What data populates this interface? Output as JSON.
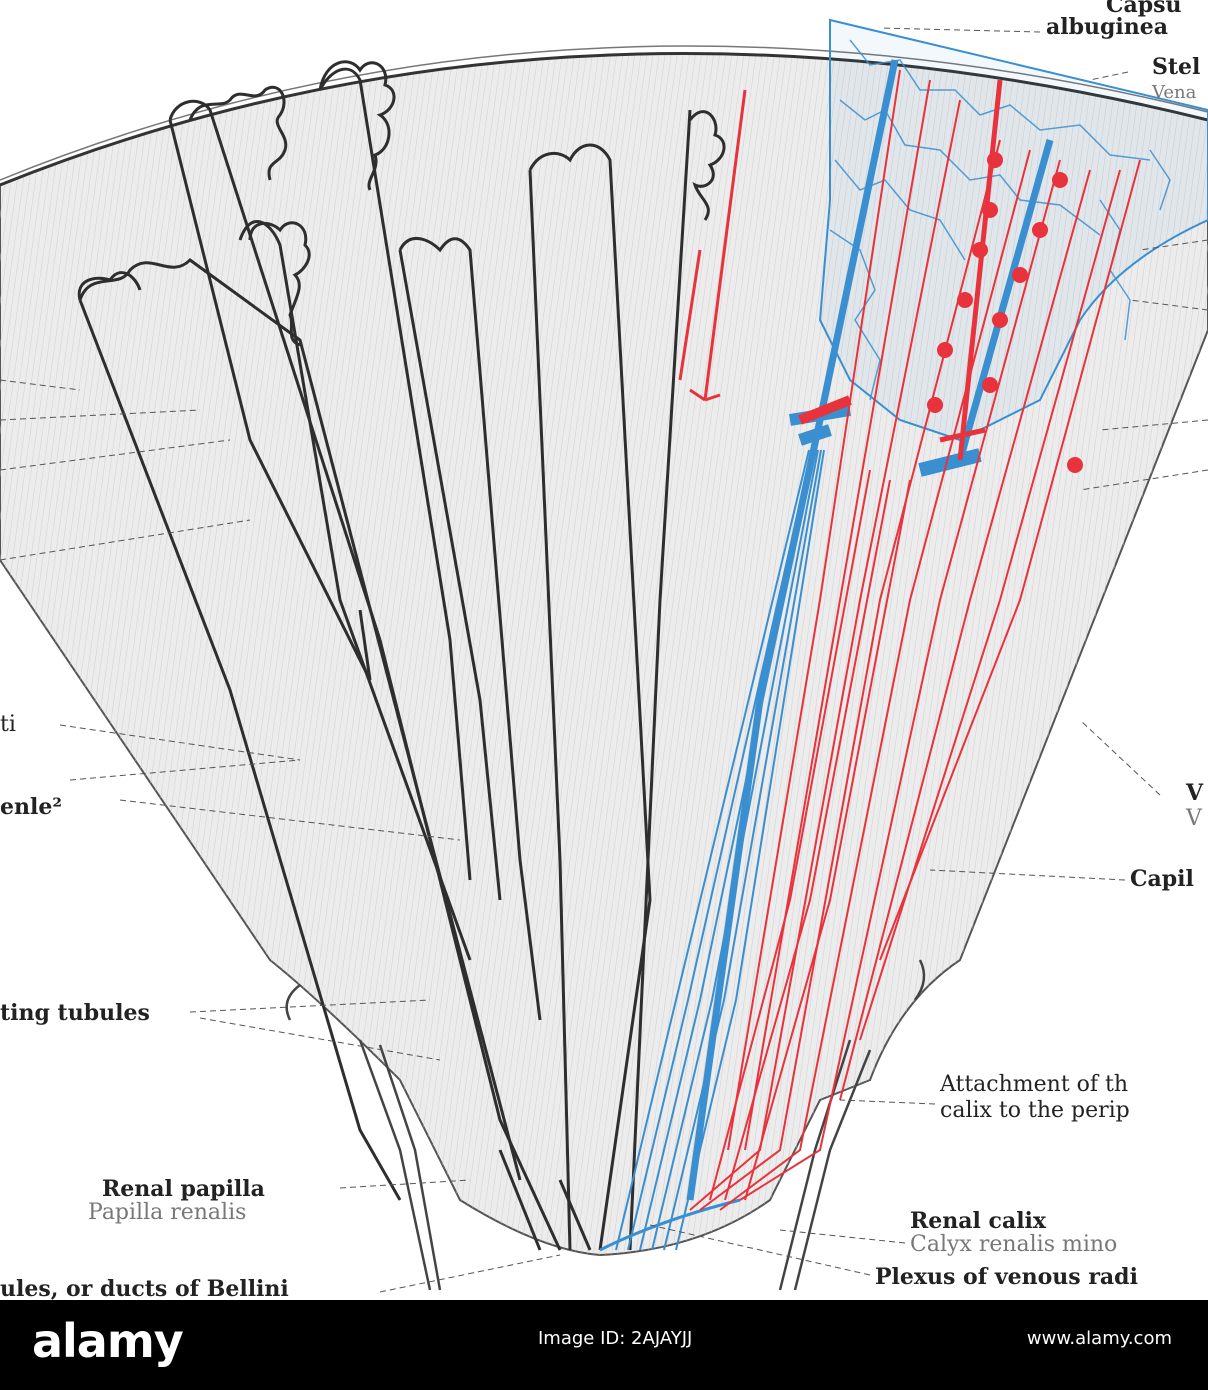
{
  "labels": {
    "capsula": "Capsu",
    "albuginea": "albuginea",
    "stel": "Stel",
    "vena": "Vena",
    "ti": "ti",
    "henle": "enle²",
    "v_bold": "V",
    "v_light": "V",
    "capil": "Capil",
    "collecting": "ting tubules",
    "attachment_1": "Attachment of th",
    "attachment_2": "calix to the perip",
    "renal_papilla": "Renal papilla",
    "papilla_renalis": "Papilla renalis",
    "renal_calix": "Renal calix",
    "calyx_renalis": "Calyx renalis mino",
    "plexus": "Plexus of venous radi",
    "bellini": "ules, or ducts of Bellini"
  },
  "watermark": {
    "brand": "alamy",
    "image_id": "Image ID: 2AJAYJJ",
    "site": "www.alamy.com"
  },
  "colors": {
    "artery": "#e8323c",
    "vein": "#3a8fd0",
    "tubule": "#333333",
    "tissue": "#e2e2e2"
  }
}
